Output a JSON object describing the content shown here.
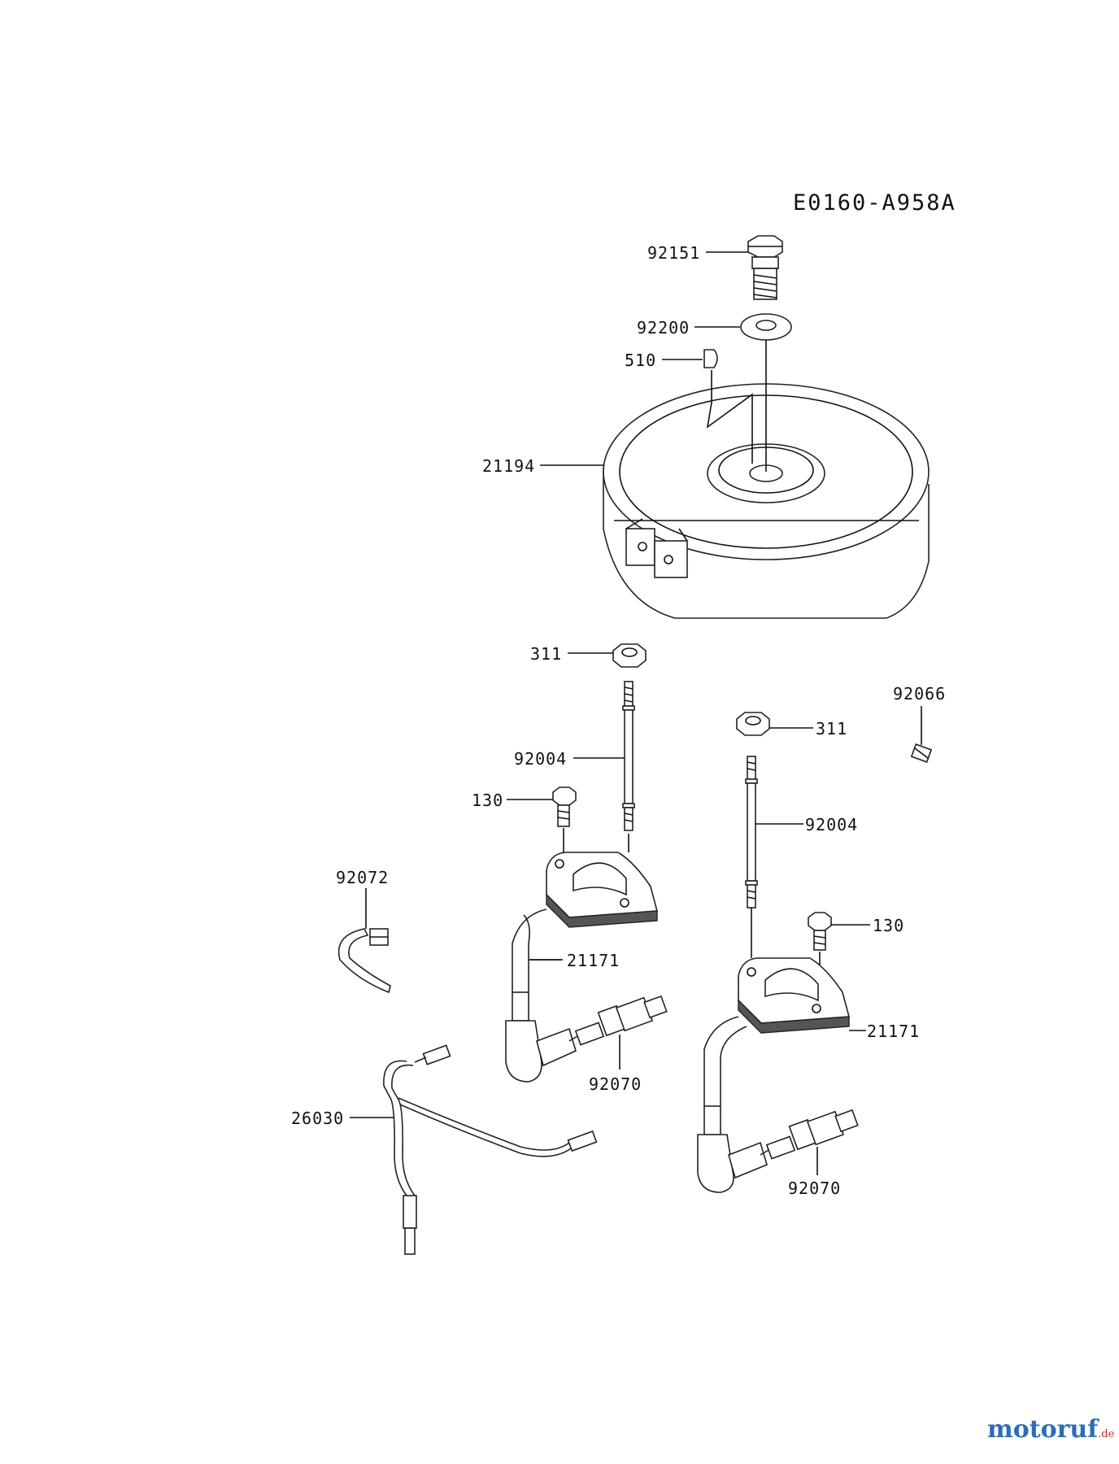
{
  "diagram_code": "E0160-A958A",
  "parts": {
    "bolt": "92151",
    "washer": "92200",
    "key": "510",
    "flywheel": "21194",
    "nut_left": "311",
    "nut_right": "311",
    "stud_left": "92004",
    "stud_right": "92004",
    "screw_left": "130",
    "screw_right": "130",
    "clamp": "92066",
    "band": "92072",
    "coil_left": "21171",
    "coil_right": "21171",
    "plug_left": "92070",
    "plug_right": "92070",
    "lead_wire": "26030"
  },
  "brand": {
    "main": "motoruf",
    "suffix": ".de"
  },
  "colors": {
    "line": "#111111",
    "brand_blue": "#2d6db5",
    "brand_red": "#cc2b2b"
  }
}
